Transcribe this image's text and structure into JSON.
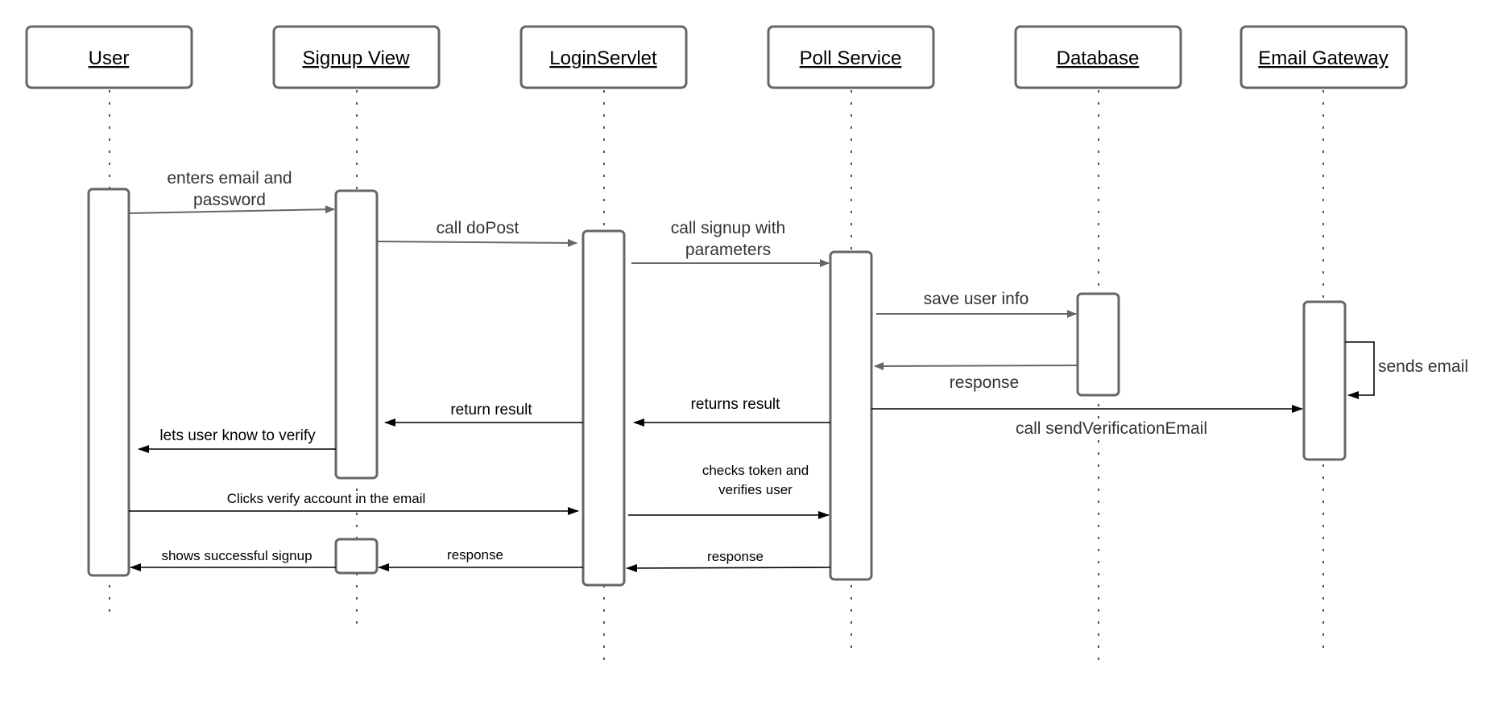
{
  "actors": [
    {
      "key": "user",
      "label": "User"
    },
    {
      "key": "signup_view",
      "label": "Signup View"
    },
    {
      "key": "login_servlet",
      "label": "LoginServlet"
    },
    {
      "key": "poll_service",
      "label": "Poll Service"
    },
    {
      "key": "database",
      "label": "Database"
    },
    {
      "key": "email_gateway",
      "label": "Email Gateway"
    }
  ],
  "messages": {
    "enters_email_line1": "enters email and",
    "enters_email_line2": "password",
    "call_dopost": "call doPost",
    "call_signup_line1": "call signup with",
    "call_signup_line2": "parameters",
    "save_user_info": "save user info",
    "db_response": "response",
    "sends_email": "sends email",
    "call_send_verification": "call sendVerificationEmail",
    "returns_result": "returns result",
    "return_result": "return result",
    "lets_user_know": "lets user know to verify",
    "checks_token_line1": "checks token and",
    "checks_token_line2": "verifies user",
    "clicks_verify": "Clicks verify account in the email",
    "poll_response": "response",
    "servlet_response": "response",
    "shows_successful": "shows successful signup"
  }
}
